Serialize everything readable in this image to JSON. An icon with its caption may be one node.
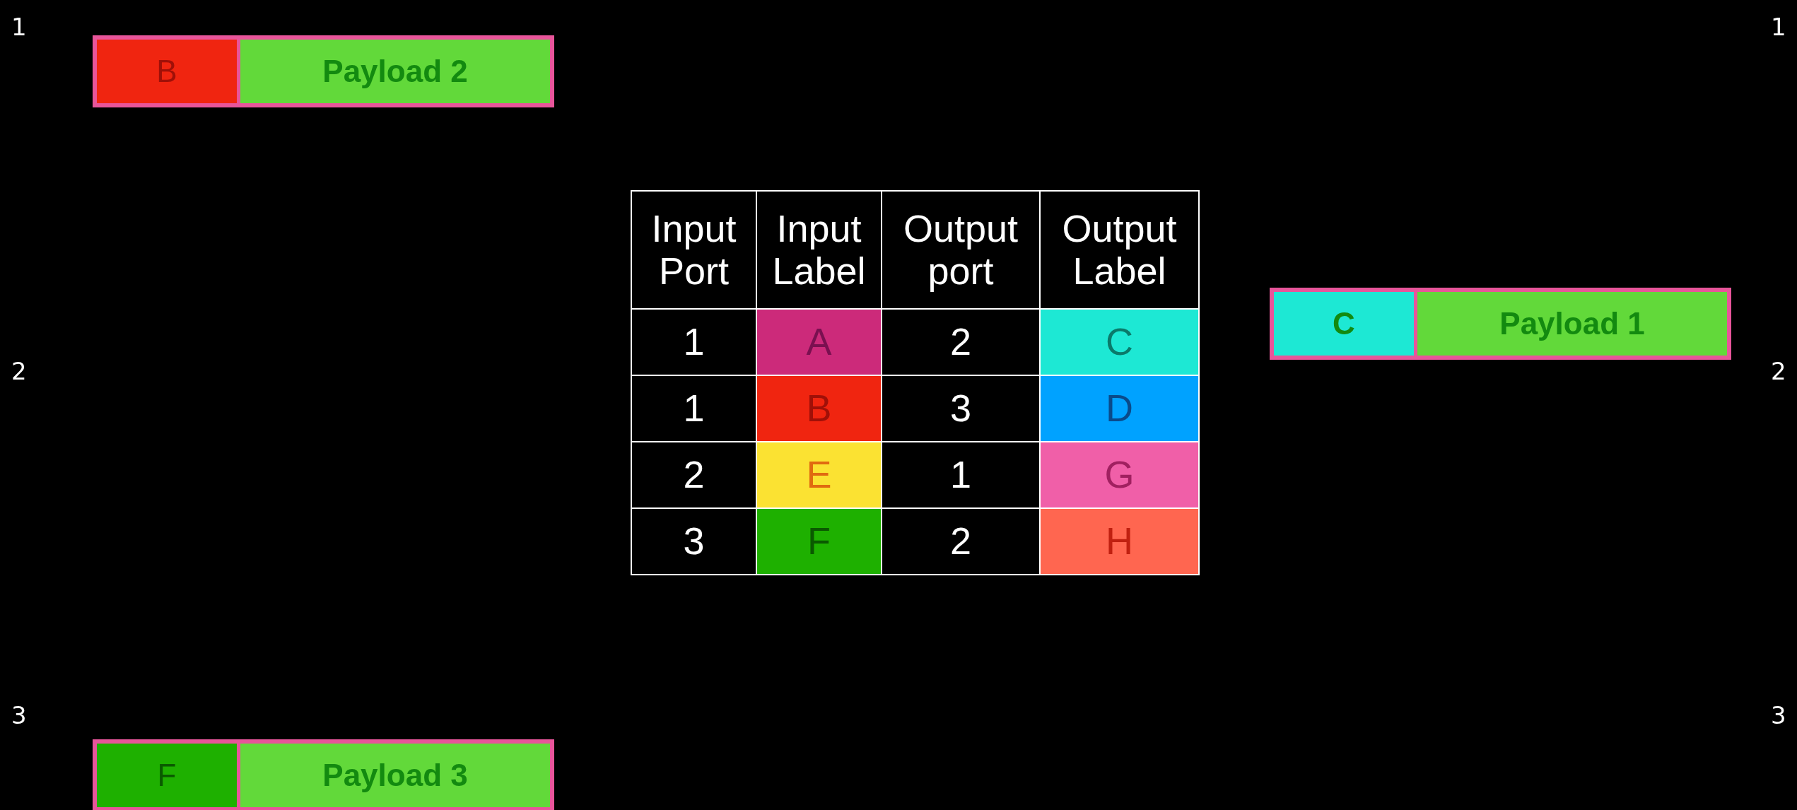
{
  "diagram": {
    "nodes": [
      {
        "text": [
          "B",
          "Payload 2"
        ]
      },
      {
        "text": [
          "C",
          "Payload 1"
        ]
      },
      {
        "text": [
          "F",
          "Payload 3"
        ]
      }
    ],
    "labels": [
      "1",
      "1",
      "2",
      "2",
      "3",
      "3",
      "Input Port",
      "Input Label",
      "Output port",
      "Output Label",
      "1",
      "A",
      "2",
      "C",
      "1",
      "B",
      "3",
      "D",
      "2",
      "E",
      "1",
      "G",
      "3",
      "F",
      "2",
      "H"
    ]
  }
}
